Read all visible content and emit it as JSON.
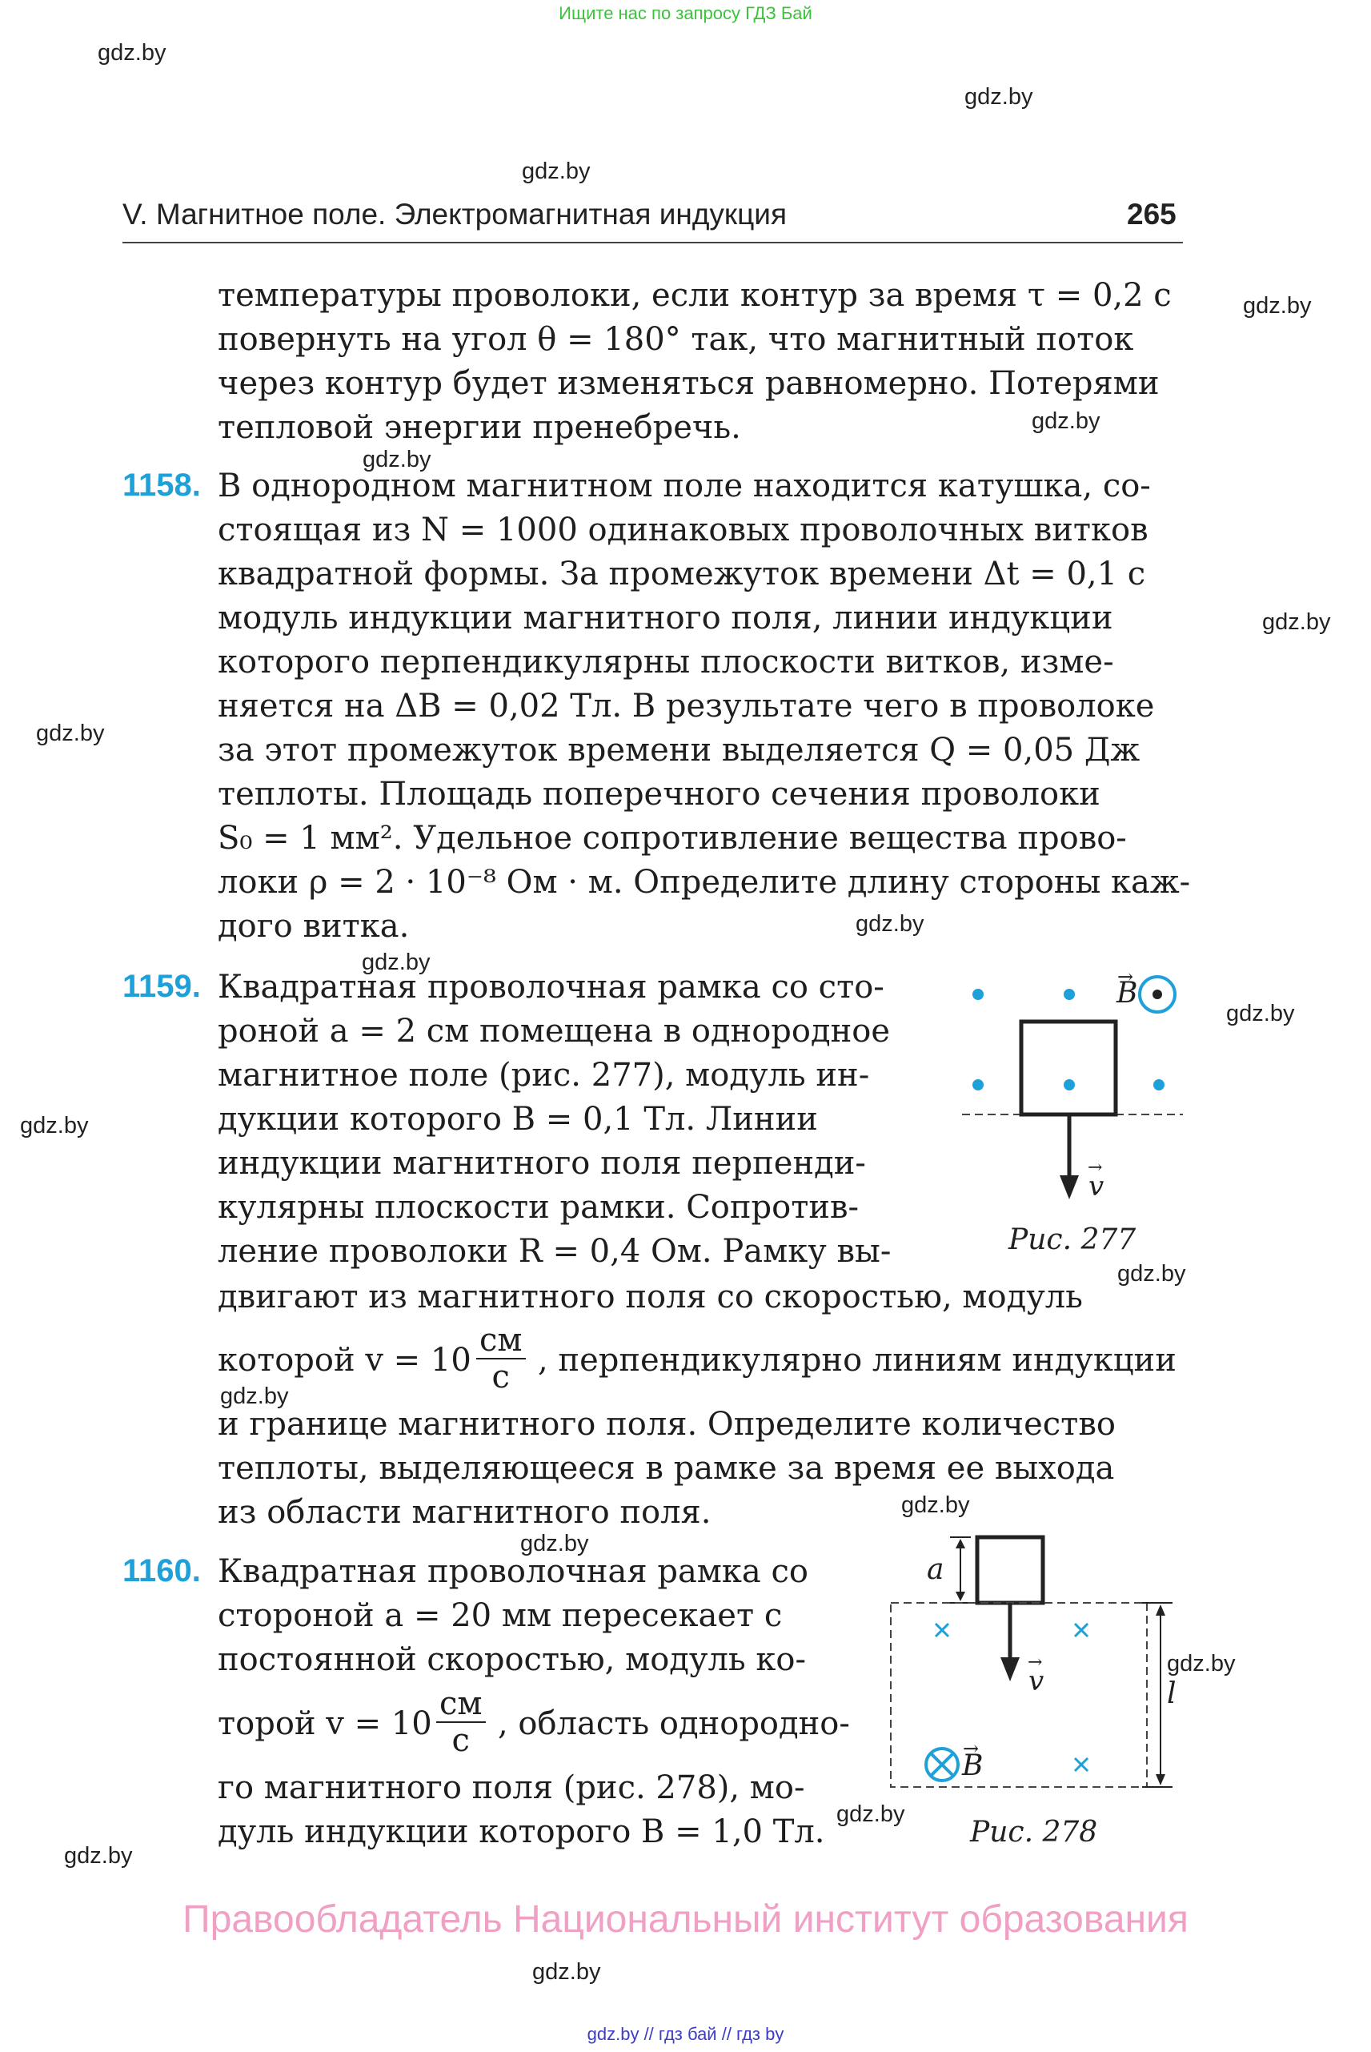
{
  "top_banner": "Ищите нас по запросу ГДЗ Бай",
  "watermark": "gdz.by",
  "header": {
    "running_title": "V. Магнитное поле. Электромагнитная индукция",
    "page_number": "265"
  },
  "intro_lines": [
    "температуры проволоки, если контур за время τ = 0,2 с",
    "повернуть на угол θ = 180° так, что магнитный поток",
    "через контур будет изменяться равномерно. Потерями",
    "тепловой энергии пренебречь."
  ],
  "problem_1158": {
    "number": "1158.",
    "lines": [
      "В однородном магнитном поле находится катушка, со-",
      "стоящая из N = 1000 одинаковых проволочных витков",
      "квадратной формы. За промежуток времени Δt = 0,1 с",
      "модуль индукции магнитного поля, линии индукции",
      "которого перпендикулярны плоскости витков, изме-",
      "няется на ΔB = 0,02 Тл. В результате чего в проволоке",
      "за этот промежуток времени выделяется Q = 0,05 Дж",
      "теплоты. Площадь поперечного сечения проволоки",
      "S₀ = 1 мм². Удельное сопротивление вещества прово-",
      "локи ρ = 2 · 10⁻⁸ Ом · м. Определите длину стороны каж-",
      "дого витка."
    ]
  },
  "problem_1159": {
    "number": "1159.",
    "lines_narrow": [
      "Квадратная проволочная рамка со сто-",
      "роной a = 2 см помещена в однородное",
      "магнитное поле (рис. 277), модуль ин-",
      "дукции которого B = 0,1 Тл. Линии",
      "индукции магнитного поля перпенди-",
      "кулярны плоскости рамки. Сопротив-",
      "ление проволоки R = 0,4 Ом. Рамку вы-"
    ],
    "line_wide_1": "двигают из магнитного поля со скоростью, модуль",
    "speed_prefix": "которой v = 10",
    "speed_num": "см",
    "speed_den": "с",
    "speed_suffix": ", перпендикулярно линиям индукции",
    "lines_wide_2": [
      "и границе магнитного поля. Определите количество",
      "теплоты, выделяющееся в рамке за время ее выхода",
      "из области магнитного поля."
    ],
    "figure": {
      "caption": "Рис. 277",
      "label_B": "B",
      "label_v": "v"
    }
  },
  "problem_1160": {
    "number": "1160.",
    "lines_1": [
      "Квадратная проволочная рамка со",
      "стороной a = 20 мм пересекает с",
      "постоянной скоростью, модуль ко-"
    ],
    "speed_prefix": "торой v = 10",
    "speed_num": "см",
    "speed_den": "с",
    "speed_suffix": ", область однородно-",
    "lines_2": [
      "го магнитного поля (рис. 278), мо-",
      "дуль индукции которого B = 1,0 Тл."
    ],
    "figure": {
      "caption": "Рис. 278",
      "label_a": "a",
      "label_l": "l",
      "label_B": "B",
      "label_v": "v"
    }
  },
  "copyright": "Правообладатель Национальный институт образования",
  "bottom_links": "gdz.by  //  гдз бай  //  гдз by",
  "colors": {
    "accent_blue": "#1ea0d8",
    "banner_green": "#3cc23c",
    "copyright_pink": "#f0a0c4",
    "links_blue": "#3c3cc8"
  }
}
